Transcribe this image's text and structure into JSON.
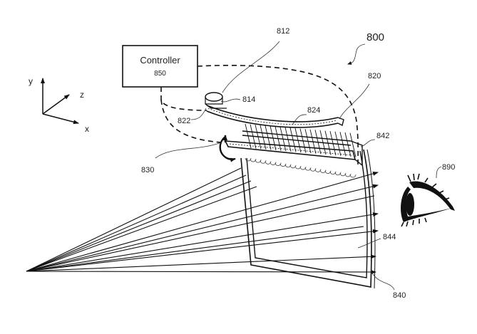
{
  "figure": {
    "number": "800",
    "description": "Patent drawing: display system with controller, light source, scanning grating, curved waveguide and viewer eye"
  },
  "axes": {
    "x_label": "x",
    "y_label": "y",
    "z_label": "z"
  },
  "controller": {
    "title": "Controller",
    "ref": "850"
  },
  "refs": {
    "light_source": "812",
    "actuator": "814",
    "curved_reflector": "820",
    "mount": "822",
    "reflector_surface": "824",
    "scanner": "830",
    "waveguide": "840",
    "grating": "842",
    "display_area": "844",
    "eye": "890"
  },
  "rays": {
    "count": 12,
    "colors": {
      "line": "#111111",
      "background": "#ffffff"
    }
  }
}
